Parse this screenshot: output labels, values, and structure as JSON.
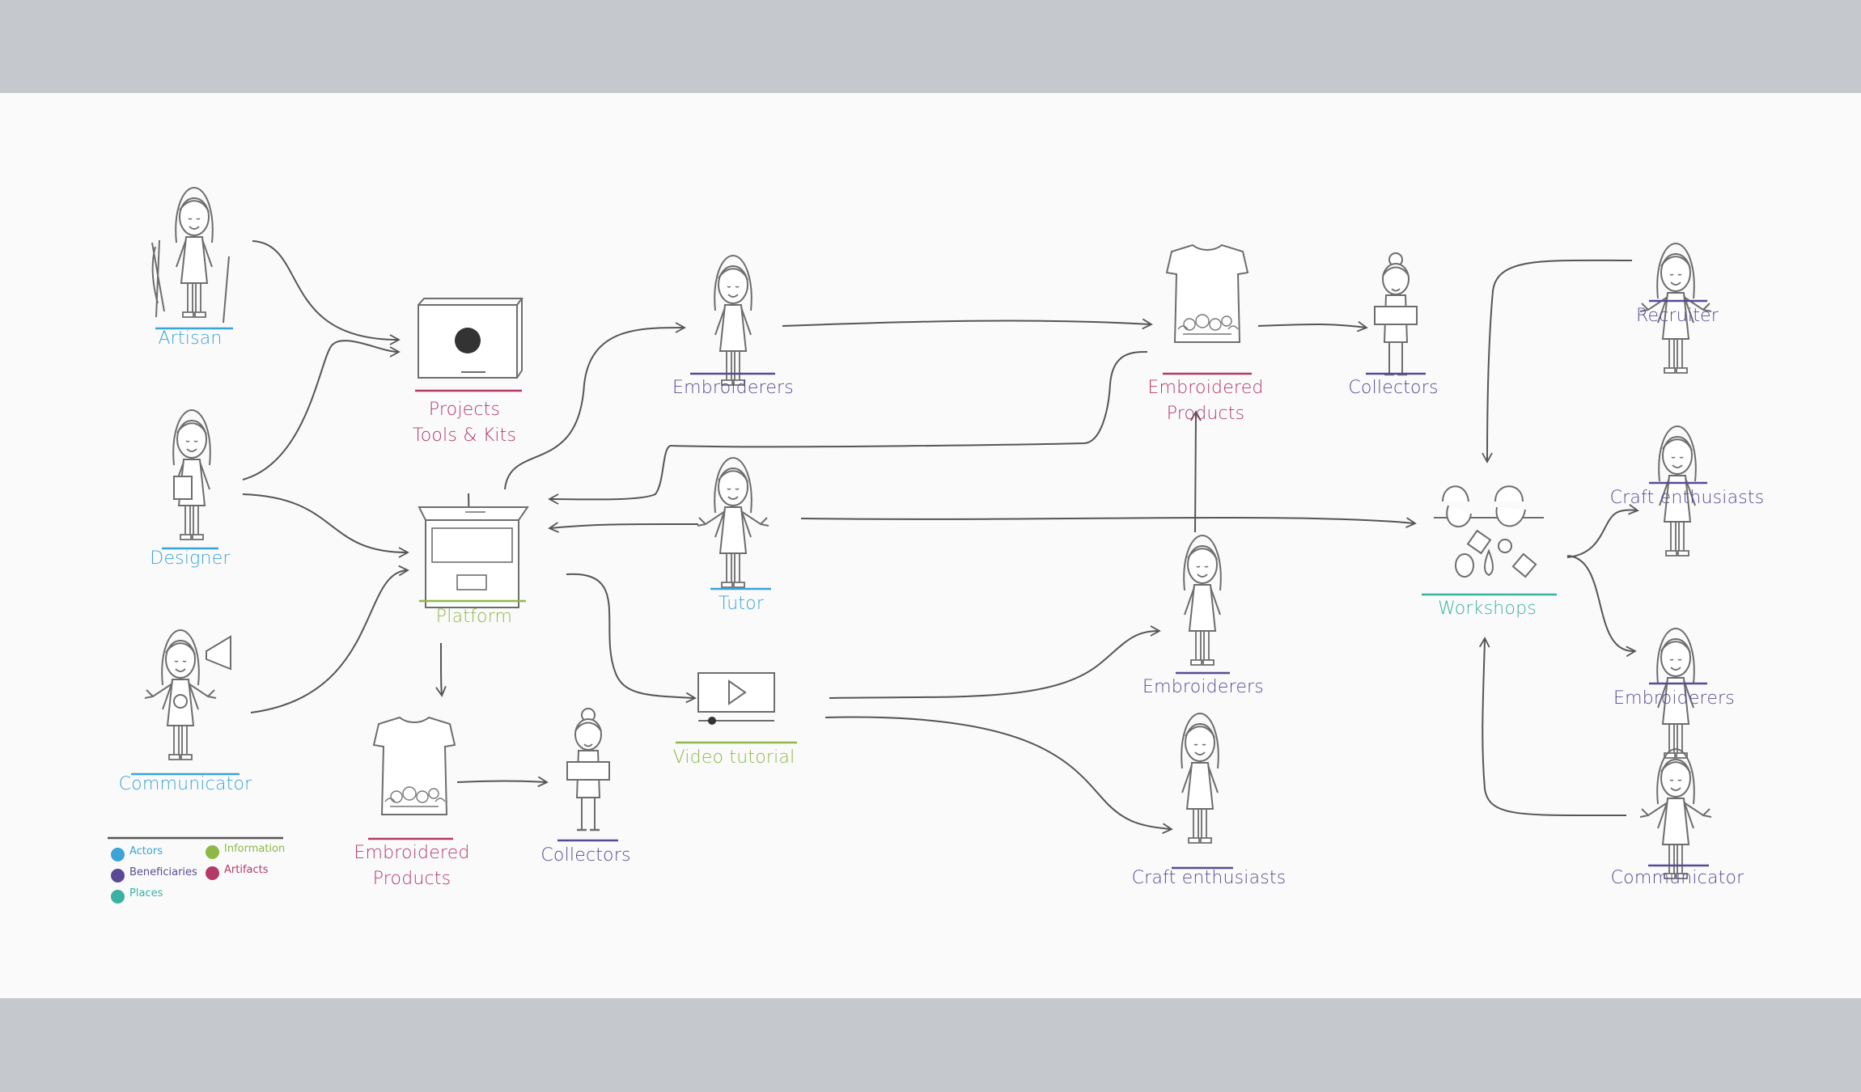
{
  "colors": {
    "actor": "#3aa3d8",
    "beneficiary": "#5a4a95",
    "place": "#3bb1a3",
    "information": "#8db848",
    "artifact": "#b33a66",
    "line": "#555555",
    "figure": "#6d6d6d"
  },
  "nodes": {
    "artisan": "Artisan",
    "designer": "Designer",
    "communicator_left": "Communicator",
    "projects_line1": "Projects",
    "projects_line2": "Tools & Kits",
    "platform": "Platform",
    "embroidered_products_left_1": "Embroidered",
    "embroidered_products_left_2": "Products",
    "collectors_left": "Collectors",
    "embroiderers_top": "Embroiderers",
    "tutor": "Tutor",
    "video_tutorial": "Video tutorial",
    "embroidered_products_right_1": "Embroidered",
    "embroidered_products_right_2": "Products",
    "collectors_right": "Collectors",
    "embroiderers_mid": "Embroiderers",
    "craft_enthusiasts_bottom": "Craft enthusiasts",
    "workshops": "Workshops",
    "recruiter": "Recruiter",
    "craft_enthusiasts_right": "Craft enthusiasts",
    "embroiderers_right": "Embroiderers",
    "communicator_right": "Communicator"
  },
  "legend": {
    "actors": "Actors",
    "beneficiaries": "Beneficiaries",
    "places": "Places",
    "information": "Information",
    "artifacts": "Artifacts"
  }
}
